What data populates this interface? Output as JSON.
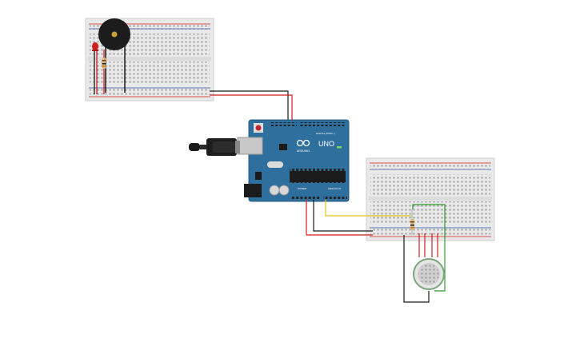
{
  "board": {
    "model": "UNO",
    "brand": "ARDUINO",
    "header_digital": "DIGITAL (PWM ~)",
    "header_power": "POWER",
    "header_analog": "ANALOG IN"
  },
  "colors": {
    "board_blue": "#2f6f9e",
    "wire_red": "#d11f1f",
    "wire_black": "#1a1a1a",
    "wire_yellow": "#e6c21a",
    "wire_green": "#2f9e2f",
    "breadboard": "#e9e9e9",
    "led_red": "#d11f1f"
  },
  "components": {
    "buzzer_icon": "piezo-buzzer-icon",
    "led_icon": "led-icon",
    "gas_sensor_icon": "gas-sensor-icon",
    "usb_icon": "usb-cable-icon"
  }
}
